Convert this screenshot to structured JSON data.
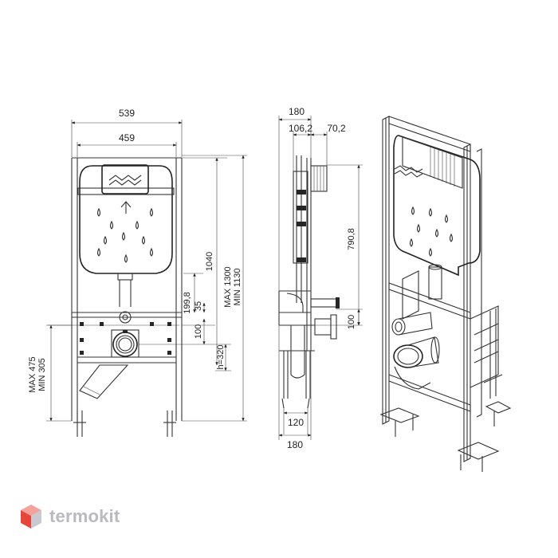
{
  "front_view": {
    "width_outer": "539",
    "width_inner": "459",
    "dim_199_8": "199,8",
    "dim_35": "35",
    "dim_1040": "1040",
    "dim_max1300": "MAX 1300",
    "dim_min1130": "MIN 1130",
    "dim_100": "100",
    "dim_h320": "h=320",
    "dim_max475": "MAX 475",
    "dim_min305": "MIN 305"
  },
  "side_view": {
    "depth_top": "180",
    "dim_106_2": "106,2",
    "dim_70_2": "70,2",
    "dim_790_8": "790,8",
    "dim_100": "100",
    "dim_120": "120",
    "depth_bottom": "180"
  },
  "brand": {
    "name": "termokit",
    "logo_colors": [
      "#f2a29a",
      "#e8463a",
      "#c9c9cf"
    ]
  }
}
